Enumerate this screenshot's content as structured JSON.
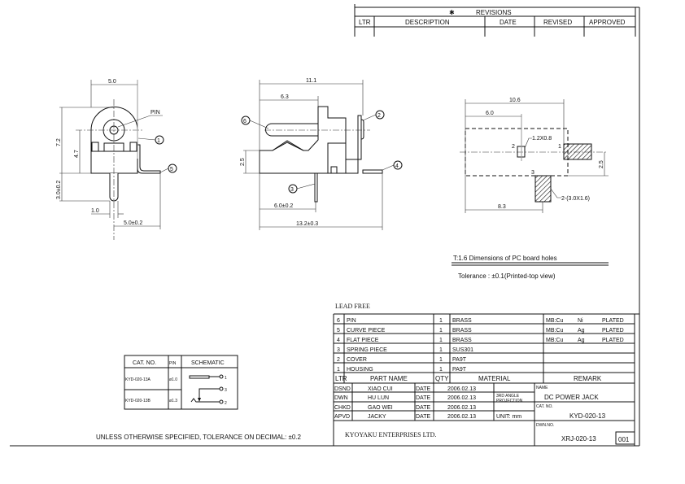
{
  "revisions": {
    "symbol": "✱",
    "title": "REVISIONS",
    "headers": [
      "LTR",
      "DESCRIPTION",
      "DATE",
      "REVISED",
      "APPROVED"
    ]
  },
  "front_view": {
    "dims": {
      "width": "5.0",
      "height": "7.2",
      "center": "4.7",
      "pin_len": "3.0±0.2",
      "pin_dia": "1.0",
      "lead_offset": "5.0±0.2"
    },
    "pin_label": "PIN",
    "callouts": [
      "1",
      "5"
    ]
  },
  "side_view": {
    "dims": {
      "length": "11.1",
      "pin": "6.3",
      "base": "2.5",
      "lead3": "6.0±0.2",
      "total": "13.2±0.3"
    },
    "callouts": [
      "6",
      "2",
      "4",
      "3"
    ]
  },
  "pcb_view": {
    "dims": {
      "total": "10.6",
      "hole2": "6.0",
      "hole3": "8.3",
      "offset": "2.5"
    },
    "hole_labels": [
      "1",
      "2",
      "3"
    ],
    "hole_small": "1.2X0.8",
    "hole_slot": "2-(3.0X1.6)",
    "caption": "T:1.6 Dimensions of PC board holes",
    "tolerance": "Tolerance : ±0.1(Printed-top view)"
  },
  "lead_free": "LEAD FREE",
  "parts": [
    {
      "ltr": "6",
      "name": "PIN",
      "qty": "1",
      "material": "BRASS",
      "remark": [
        "MB:Cu",
        "Ni",
        "PLATED"
      ]
    },
    {
      "ltr": "5",
      "name": "CURVE PIECE",
      "qty": "1",
      "material": "BRASS",
      "remark": [
        "MB:Cu",
        "Ag",
        "PLATED"
      ]
    },
    {
      "ltr": "4",
      "name": "FLAT PIECE",
      "qty": "1",
      "material": "BRASS",
      "remark": [
        "MB:Cu",
        "Ag",
        "PLATED"
      ]
    },
    {
      "ltr": "3",
      "name": "SPRING PIECE",
      "qty": "1",
      "material": "SUS301",
      "remark": [
        "",
        "",
        ""
      ]
    },
    {
      "ltr": "2",
      "name": "COVER",
      "qty": "1",
      "material": "PA9T",
      "remark": [
        "",
        "",
        ""
      ]
    },
    {
      "ltr": "1",
      "name": "HOUSING",
      "qty": "1",
      "material": "PA9T",
      "remark": [
        "",
        "",
        ""
      ]
    }
  ],
  "parts_header": {
    "ltr": "LTR",
    "name": "PART NAME",
    "qty": "QTY",
    "material": "MATERIAL",
    "remark": "REMARK"
  },
  "signoffs": [
    {
      "role": "DSND",
      "name": "XIAO   CUI",
      "date_label": "DATE",
      "date": "2006.02.13"
    },
    {
      "role": "DWN",
      "name": "HU   LUN",
      "date_label": "DATE",
      "date": "2006.02.13"
    },
    {
      "role": "CHKD",
      "name": "GAO   WEI",
      "date_label": "DATE",
      "date": "2006.02.13"
    },
    {
      "role": "APVD",
      "name": "JACKY",
      "date_label": "DATE",
      "date": "2006.02.13"
    }
  ],
  "projection": [
    "3RD ANGLE",
    "PROJECTION"
  ],
  "unit": "UNIT: mm",
  "title_block": {
    "name_label": "NAME",
    "name": "DC POWER JACK",
    "cat_label": "CAT. NO.",
    "cat": "KYD-020-13",
    "dwn_label": "DWN.NO.",
    "dwn": "XRJ-020-13",
    "sheet": "001",
    "company": "KYOYAKU ENTERPRISES LTD."
  },
  "cat_table": {
    "headers": [
      "CAT. NO.",
      "PIN",
      "SCHEMATIC"
    ],
    "rows": [
      {
        "cat": "KYD-020-13A",
        "pin": "ø1.0"
      },
      {
        "cat": "KYD-020-13B",
        "pin": "ø1.3"
      }
    ],
    "schematic_labels": [
      "1",
      "3",
      "2"
    ]
  },
  "tolerance_note": "UNLESS OTHERWISE SPECIFIED, TOLERANCE ON DECIMAL: ±0.2"
}
